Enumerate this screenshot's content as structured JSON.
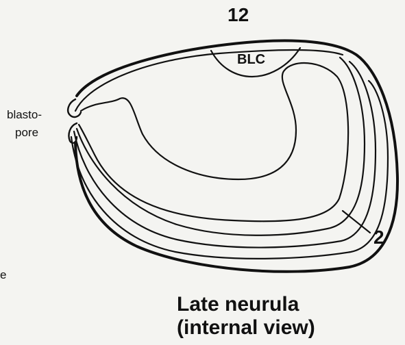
{
  "stage_number": "12",
  "cavity_label": "BLC",
  "blastopore_label": {
    "line1": "blasto-",
    "line2": "pore"
  },
  "layer_number": "2",
  "edge_fragment": "e",
  "caption": {
    "line1": "Late neurula",
    "line2": "(internal view)"
  },
  "colors": {
    "background": "#f4f4f1",
    "ink": "#111111"
  }
}
